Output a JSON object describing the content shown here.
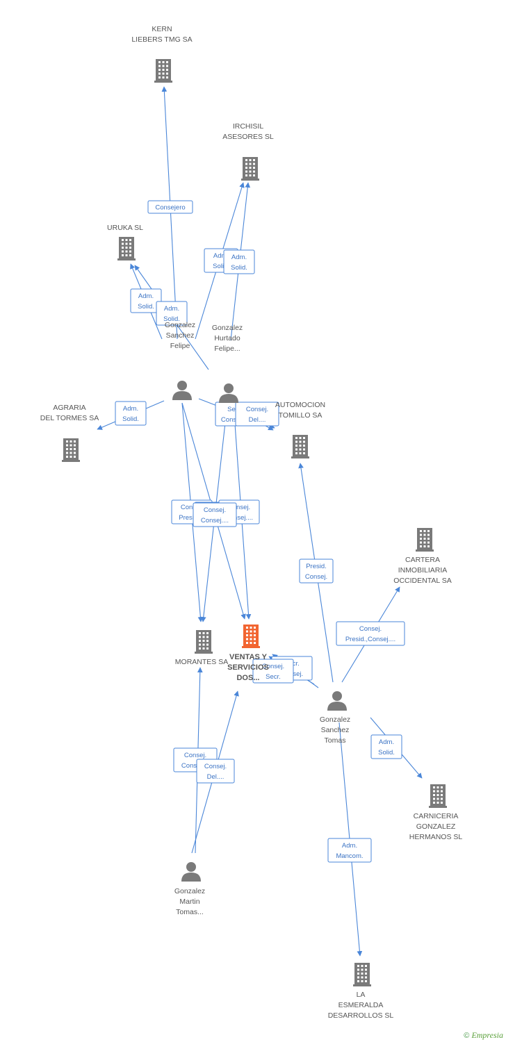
{
  "colors": {
    "edge": "#4a86d8",
    "company": "#7a7a7a",
    "focus": "#f26531",
    "person": "#7a7a7a"
  },
  "nodes": [
    {
      "id": "kern",
      "type": "company",
      "label": [
        "KERN",
        "LIEBERS TMG SA"
      ]
    },
    {
      "id": "irchisil",
      "type": "company",
      "label": [
        "IRCHISIL",
        "ASESORES SL"
      ]
    },
    {
      "id": "uruka",
      "type": "company",
      "label": [
        "URUKA SL"
      ]
    },
    {
      "id": "agraria",
      "type": "company",
      "label": [
        "AGRARIA",
        "DEL TORMES SA"
      ]
    },
    {
      "id": "automocion",
      "type": "company",
      "label": [
        "AUTOMOCION",
        "TOMILLO SA"
      ]
    },
    {
      "id": "cartera",
      "type": "company",
      "label": [
        "CARTERA",
        "INMOBILIARIA",
        "OCCIDENTAL SA"
      ]
    },
    {
      "id": "morantes",
      "type": "company",
      "label": [
        "MORANTES SA"
      ]
    },
    {
      "id": "ventas",
      "type": "focus",
      "label": [
        "VENTAS Y",
        "SERVICIOS",
        "DOS..."
      ]
    },
    {
      "id": "carniceria",
      "type": "company",
      "label": [
        "CARNICERIA",
        "GONZALEZ",
        "HERMANOS SL"
      ]
    },
    {
      "id": "esmeralda",
      "type": "company",
      "label": [
        "LA",
        "ESMERALDA",
        "DESARROLLOS SL"
      ]
    },
    {
      "id": "gsfelipe",
      "type": "person",
      "label": [
        "Gonzalez",
        "Sanchez",
        "Felipe"
      ]
    },
    {
      "id": "ghfelipe",
      "type": "person",
      "label": [
        "Gonzalez",
        "Hurtado",
        "Felipe..."
      ]
    },
    {
      "id": "gstomas",
      "type": "person",
      "label": [
        "Gonzalez",
        "Sanchez",
        "Tomas"
      ]
    },
    {
      "id": "gmtomas",
      "type": "person",
      "label": [
        "Gonzalez",
        "Martin",
        "Tomas..."
      ]
    }
  ],
  "edges": [
    {
      "from": "gsfelipe",
      "to": "kern",
      "label": [
        "Consejero"
      ]
    },
    {
      "from": "gsfelipe",
      "to": "irchisil",
      "label": [
        "Adm.",
        "Solid."
      ]
    },
    {
      "from": "ghfelipe",
      "to": "irchisil",
      "label": [
        "Adm.",
        "Solid."
      ]
    },
    {
      "from": "gsfelipe",
      "to": "uruka",
      "label": [
        "Adm.",
        "Solid."
      ]
    },
    {
      "from": "ghfelipe",
      "to": "uruka",
      "label": [
        "Adm.",
        "Solid."
      ]
    },
    {
      "from": "gsfelipe",
      "to": "agraria",
      "label": [
        "Adm.",
        "Solid."
      ]
    },
    {
      "from": "gsfelipe",
      "to": "automocion",
      "label": [
        "Secr.",
        "Consej...."
      ]
    },
    {
      "from": "ghfelipe",
      "to": "automocion",
      "label": [
        "Consej.",
        "Del...."
      ]
    },
    {
      "from": "gsfelipe",
      "to": "morantes",
      "label": [
        "Consej.",
        "Presid...."
      ]
    },
    {
      "from": "gsfelipe",
      "to": "ventas",
      "label": [
        "Consej.",
        "Consej...."
      ]
    },
    {
      "from": "ghfelipe",
      "to": "ventas",
      "label": [
        "Consej.",
        "Consej...."
      ]
    },
    {
      "from": "ghfelipe",
      "to": "morantes",
      "label": [
        "Consej.",
        "Consej...."
      ]
    },
    {
      "from": "gstomas",
      "to": "automocion",
      "label": [
        "Presid.",
        "Consej."
      ]
    },
    {
      "from": "gstomas",
      "to": "cartera",
      "label": [
        "Consej.",
        "Presid.,Consej...."
      ]
    },
    {
      "from": "gstomas",
      "to": "ventas",
      "label": [
        "Secr.",
        "Consej."
      ]
    },
    {
      "from": "gstomas",
      "to": "ventas",
      "label": [
        "Consej.",
        "Secr."
      ]
    },
    {
      "from": "gstomas",
      "to": "carniceria",
      "label": [
        "Adm.",
        "Solid."
      ]
    },
    {
      "from": "gstomas",
      "to": "esmeralda",
      "label": [
        "Adm.",
        "Mancom."
      ]
    },
    {
      "from": "gmtomas",
      "to": "morantes",
      "label": [
        "Consej.",
        "Consej...."
      ]
    },
    {
      "from": "gmtomas",
      "to": "ventas",
      "label": [
        "Consej.",
        "Del...."
      ]
    }
  ],
  "footer": {
    "copyright": "©",
    "brand": "Empresia"
  }
}
